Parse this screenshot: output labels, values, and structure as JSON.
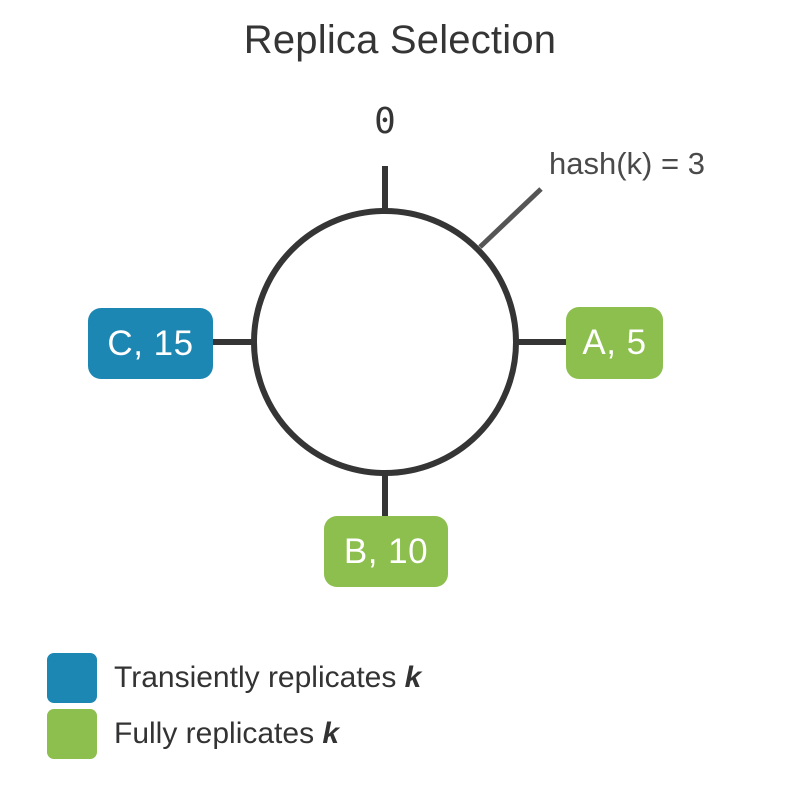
{
  "title": "Replica Selection",
  "ring": {
    "origin_label": "0",
    "annotation": "hash(k) = 3",
    "stroke_color": "#353535",
    "leader_color": "#555555"
  },
  "nodes": [
    {
      "id": "a",
      "label": "A, 5",
      "color": "#8cbf4d",
      "replication": "full",
      "position": "right"
    },
    {
      "id": "b",
      "label": "B, 10",
      "color": "#8cbf4d",
      "replication": "full",
      "position": "bottom"
    },
    {
      "id": "c",
      "label": "C, 15",
      "color": "#1d87b4",
      "replication": "transient",
      "position": "left"
    }
  ],
  "legend": {
    "items": [
      {
        "color": "#1d87b4",
        "text": "Transiently replicates ",
        "key": "k"
      },
      {
        "color": "#8cbf4d",
        "text": "Fully replicates ",
        "key": "k"
      }
    ]
  }
}
